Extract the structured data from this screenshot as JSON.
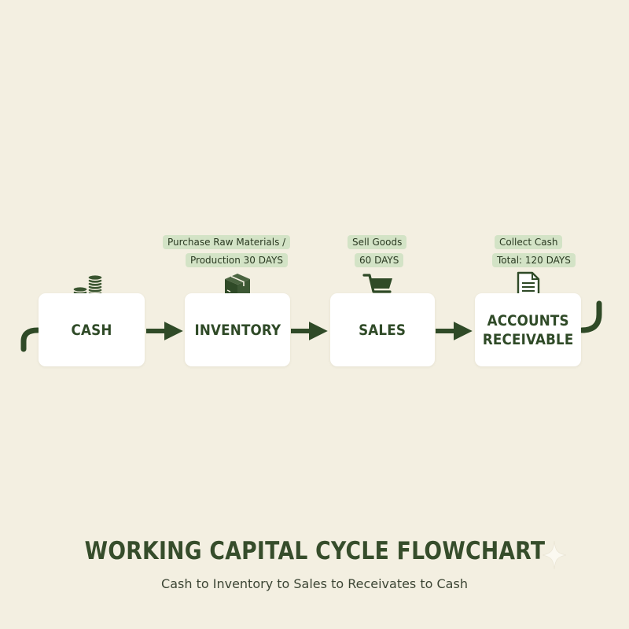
{
  "nodes": [
    {
      "id": "cash",
      "lines": [
        "CASH"
      ]
    },
    {
      "id": "inventory",
      "lines": [
        "INVENTORY"
      ]
    },
    {
      "id": "sales",
      "lines": [
        "SALES"
      ]
    },
    {
      "id": "receivable",
      "lines": [
        "ACCOUNTS",
        "RECEIVABLE"
      ]
    }
  ],
  "tags": {
    "inventory": [
      "Purchase Raw Materials /",
      "Production  30 DAYS"
    ],
    "sales": [
      "Sell Goods",
      "60 DAYS"
    ],
    "receivable": [
      "Collect Cash",
      "Total: 120 DAYS"
    ]
  },
  "icons": {
    "cash": "coins-icon",
    "inventory": "box-icon",
    "sales": "shopping-cart-icon",
    "receivable": "document-icon"
  },
  "colors": {
    "background": "#f3efe1",
    "accent": "#2f4a27",
    "tag": "#d3e3c6",
    "box": "#ffffff"
  },
  "footer": {
    "title": "WORKING CAPITAL CYCLE FLOWCHART",
    "subtitle": "Cash to Inventory to Sales to Receivates to Cash"
  }
}
